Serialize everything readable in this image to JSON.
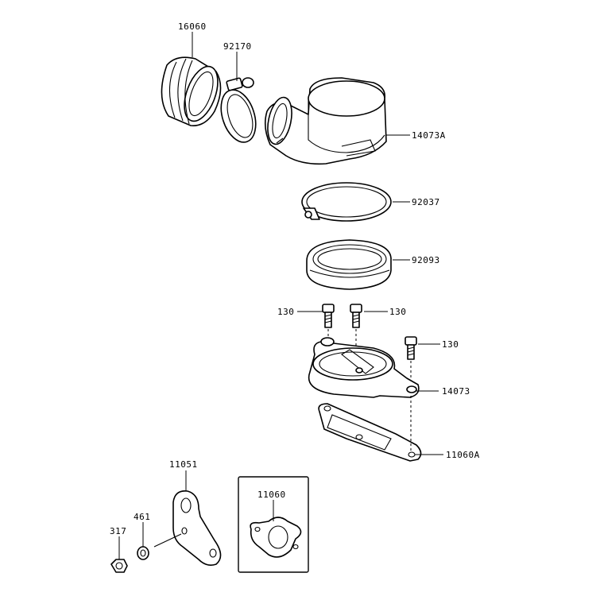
{
  "labels": {
    "p16060": "16060",
    "p92170": "92170",
    "p14073A": "14073A",
    "p92037": "92037",
    "p92093": "92093",
    "p130a": "130",
    "p130b": "130",
    "p130c": "130",
    "p14073": "14073",
    "p11060A": "11060A",
    "p11051": "11051",
    "p11060": "11060",
    "p461": "461",
    "p317": "317"
  },
  "colors": {
    "line": "#000000",
    "background": "#ffffff"
  }
}
